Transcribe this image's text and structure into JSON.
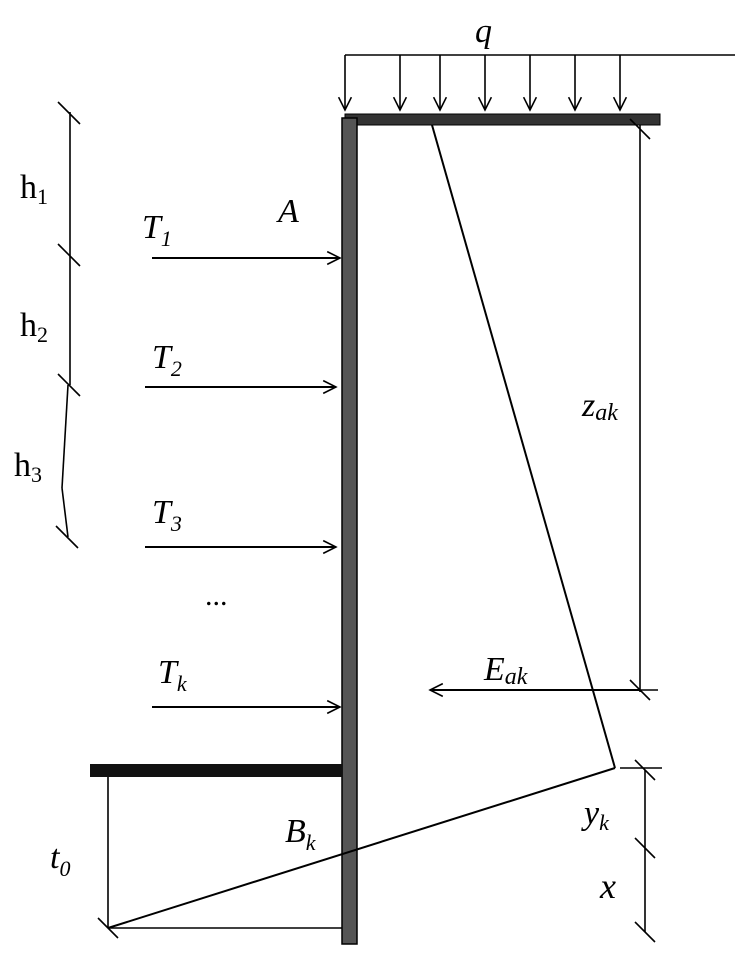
{
  "labels": {
    "q": "q",
    "A": "A",
    "T1": "T",
    "T1_sub": "1",
    "T2": "T",
    "T2_sub": "2",
    "T3": "T",
    "T3_sub": "3",
    "Tk": "T",
    "Tk_sub": "k",
    "ellipsis": "...",
    "h1": "h",
    "h1_sub": "1",
    "h2": "h",
    "h2_sub": "2",
    "h3": "h",
    "h3_sub": "3",
    "zak": "z",
    "zak_sub": "ak",
    "Eak": "E",
    "Eak_sub": "ak",
    "Bk": "B",
    "Bk_sub": "k",
    "t0": "t",
    "t0_sub": "0",
    "yk": "y",
    "yk_sub": "k",
    "x": "x"
  },
  "colors": {
    "wall": "#555555",
    "line": "#000000"
  }
}
